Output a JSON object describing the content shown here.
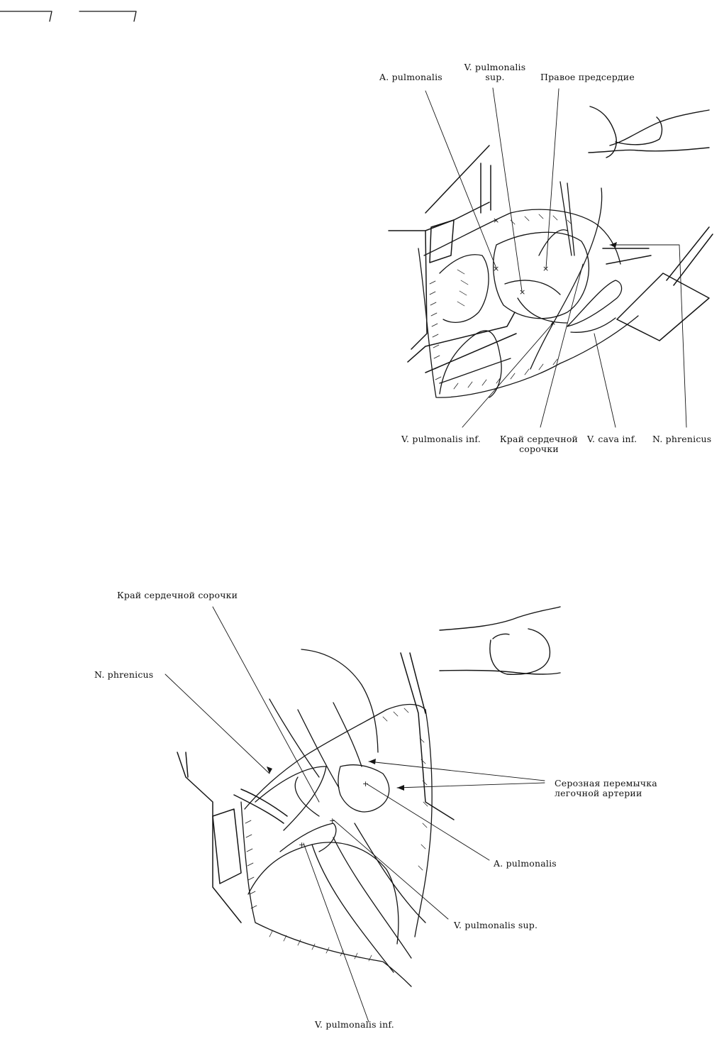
{
  "figure_top": {
    "labels": {
      "a_pulmonalis": "A. pulmonalis",
      "v_pulmonalis_sup_line1": "V. pulmonalis",
      "v_pulmonalis_sup_line2": "sup.",
      "right_atrium": "Правое предсердие",
      "v_pulmonalis_inf": "V. pulmonalis inf.",
      "pericardium_edge_line1": "Край сердечной",
      "pericardium_edge_line2": "сорочки",
      "v_cava_inf": "V. cava inf.",
      "n_phrenicus": "N. phrenicus"
    }
  },
  "figure_bottom": {
    "labels": {
      "pericardium_edge": "Край сердечной сорочки",
      "n_phrenicus": "N. phrenicus",
      "serous_bridge_line1": "Серозная перемычка",
      "serous_bridge_line2": "легочной артерии",
      "a_pulmonalis": "A. pulmonalis",
      "v_pulmonalis_sup": "V. pulmonalis sup.",
      "v_pulmonalis_inf": "V. pulmonalis inf."
    }
  }
}
